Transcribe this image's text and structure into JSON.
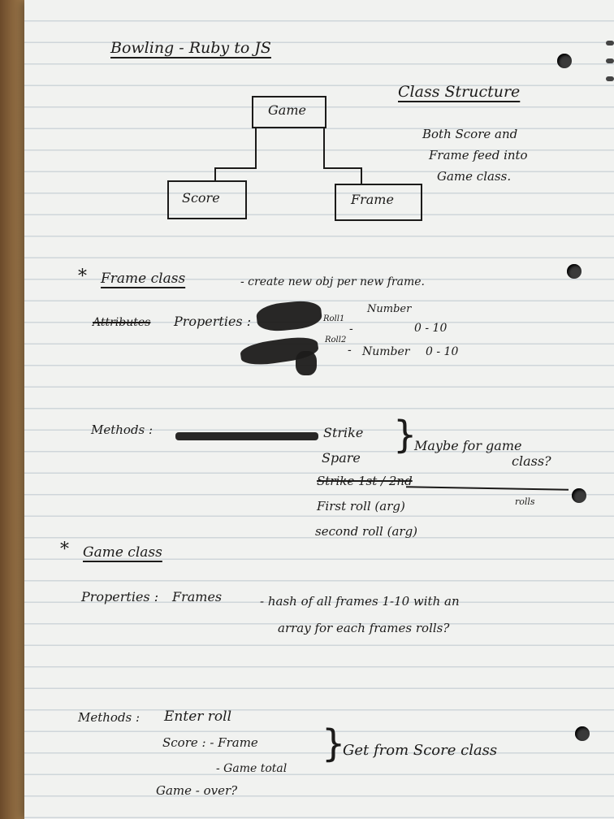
{
  "title": "Bowling - Ruby to JS",
  "class_structure": {
    "heading": "Class Structure",
    "note": [
      "Both Score and",
      "Frame feed into",
      "Game class."
    ],
    "boxes": {
      "game": "Game",
      "score": "Score",
      "frame": "Frame"
    }
  },
  "frame_class": {
    "bullet": "*",
    "heading": "Frame class",
    "description": "- create new obj per new frame.",
    "attributes_struck": "Attributes",
    "properties_label": "Properties :",
    "props": [
      {
        "name": "Roll1",
        "dash": "-",
        "type": "Number",
        "range": "0 - 10"
      },
      {
        "name": "Roll2",
        "dash": "-",
        "type": "Number",
        "range": "0 - 10"
      }
    ],
    "methods_label": "Methods :",
    "methods": [
      "Strike",
      "Spare",
      "Strike 1st / 2nd",
      "First roll (arg)",
      "second roll (arg)"
    ],
    "methods_note": [
      "Maybe for game",
      "class?"
    ],
    "rolls_note": "rolls"
  },
  "game_class": {
    "bullet": "*",
    "heading": "Game class",
    "properties_label": "Properties :",
    "properties_value": "Frames",
    "properties_note": [
      "- hash of all frames 1-10 with an",
      "array for each frames rolls?"
    ],
    "methods_label": "Methods :",
    "methods": [
      "Enter roll",
      "Score : - Frame",
      "- Game total",
      "Game - over?"
    ],
    "methods_note": "Get from Score class"
  },
  "colors": {
    "paper": "#f1f2f0",
    "ink": "#1c1b1a",
    "rule": "#cfd6da"
  }
}
